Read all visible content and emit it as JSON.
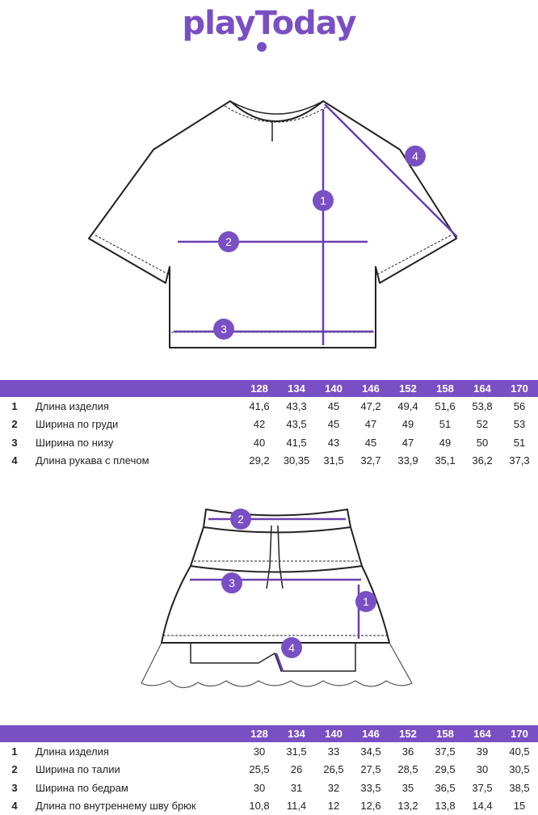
{
  "brand": {
    "name": "playToday",
    "color": "#7a4fc4"
  },
  "top": {
    "markers": [
      "1",
      "2",
      "3",
      "4"
    ],
    "sizes": [
      "128",
      "134",
      "140",
      "146",
      "152",
      "158",
      "164",
      "170"
    ],
    "rows": [
      {
        "num": "1",
        "label": "Длина изделия",
        "values": [
          "41,6",
          "43,3",
          "45",
          "47,2",
          "49,4",
          "51,6",
          "53,8",
          "56"
        ]
      },
      {
        "num": "2",
        "label": "Ширина по груди",
        "values": [
          "42",
          "43,5",
          "45",
          "47",
          "49",
          "51",
          "52",
          "53"
        ]
      },
      {
        "num": "3",
        "label": "Ширина по низу",
        "values": [
          "40",
          "41,5",
          "43",
          "45",
          "47",
          "49",
          "50",
          "51"
        ]
      },
      {
        "num": "4",
        "label": "Длина рукава с плечом",
        "values": [
          "29,2",
          "30,35",
          "31,5",
          "32,7",
          "33,9",
          "35,1",
          "36,2",
          "37,3"
        ]
      }
    ]
  },
  "bottom": {
    "markers": [
      "1",
      "2",
      "3",
      "4"
    ],
    "sizes": [
      "128",
      "134",
      "140",
      "146",
      "152",
      "158",
      "164",
      "170"
    ],
    "rows": [
      {
        "num": "1",
        "label": "Длина изделия",
        "values": [
          "30",
          "31,5",
          "33",
          "34,5",
          "36",
          "37,5",
          "39",
          "40,5"
        ]
      },
      {
        "num": "2",
        "label": "Ширина по талии",
        "values": [
          "25,5",
          "26",
          "26,5",
          "27,5",
          "28,5",
          "29,5",
          "30",
          "30,5"
        ]
      },
      {
        "num": "3",
        "label": "Ширина по бедрам",
        "values": [
          "30",
          "31",
          "32",
          "33,5",
          "35",
          "36,5",
          "37,5",
          "38,5"
        ]
      },
      {
        "num": "4",
        "label": "Длина по внутреннему шву брюк",
        "values": [
          "10,8",
          "11,4",
          "12",
          "12,6",
          "13,2",
          "13,8",
          "14,4",
          "15"
        ]
      }
    ]
  }
}
